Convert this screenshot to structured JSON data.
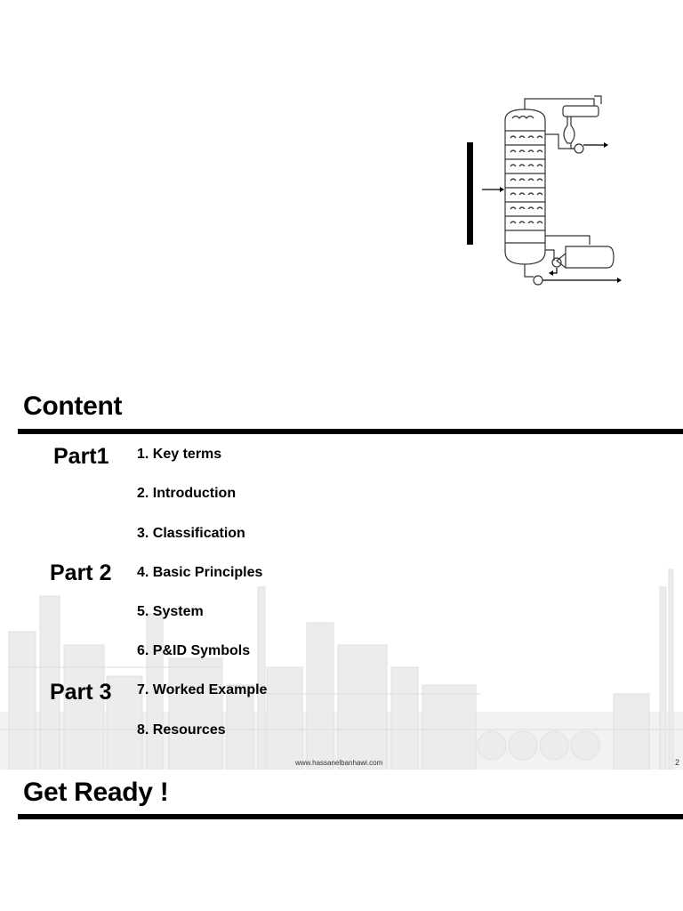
{
  "content": {
    "title": "Content",
    "parts": [
      {
        "label": "Part1"
      },
      {
        "label": "Part 2"
      },
      {
        "label": "Part 3"
      }
    ],
    "items": [
      "1. Key terms",
      "2. Introduction",
      "3. Classification",
      "4. Basic Principles",
      "5. System",
      "6. P&ID Symbols",
      "7. Worked Example",
      "8. Resources"
    ]
  },
  "footer": {
    "url": "www.hassanelbanhawi.com",
    "page_number": "2"
  },
  "next_slide": {
    "title": "Get Ready !"
  }
}
